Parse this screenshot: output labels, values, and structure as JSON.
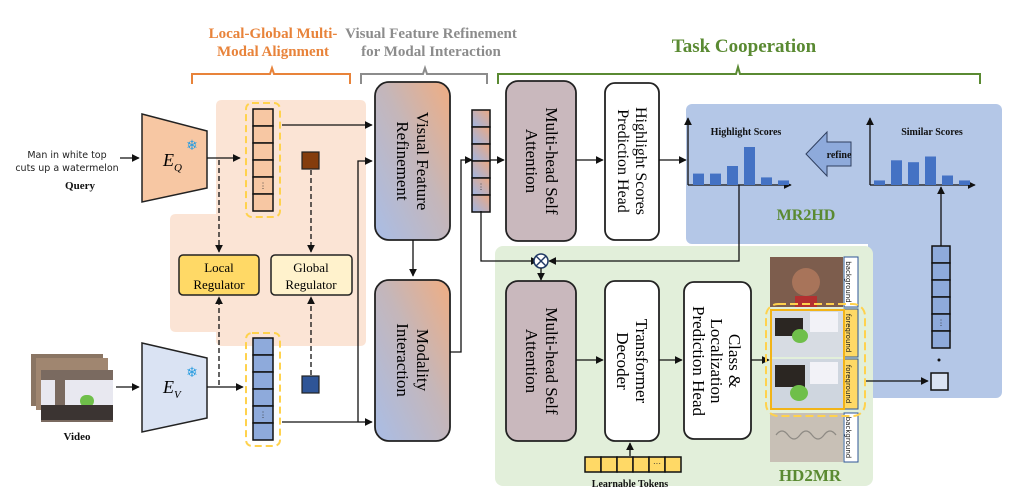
{
  "sections": {
    "alignment": {
      "line1": "Local-Global Multi-",
      "line2": "Modal Alignment",
      "color": "#e8833a"
    },
    "refinement": {
      "line1": "Visual Feature Refinement",
      "line2": "for Modal Interaction",
      "color": "#8c8c8c"
    },
    "cooperation": {
      "title": "Task Cooperation",
      "color": "#5a8a32"
    }
  },
  "inputs": {
    "query_text_line1": "Man in white top",
    "query_text_line2": "cuts up a watermelon",
    "query_label": "Query",
    "video_label": "Video"
  },
  "encoders": {
    "query": {
      "symbol": "E",
      "subscript": "Q",
      "frozen_icon": "snowflake-icon"
    },
    "video": {
      "symbol": "E",
      "subscript": "V",
      "frozen_icon": "snowflake-icon"
    }
  },
  "regulators": {
    "local": {
      "line1": "Local",
      "line2": "Regulator"
    },
    "global": {
      "line1": "Global",
      "line2": "Regulator"
    }
  },
  "modules": {
    "vfr": {
      "line1": "Visual Feature",
      "line2": "Refinement"
    },
    "mi": {
      "line1": "Modality",
      "line2": "Interaction"
    },
    "mhsa_top": {
      "line1": "Multi-head Self",
      "line2": "Attention"
    },
    "hs_head": {
      "line1": "Highlight Scores",
      "line2": "Prediction Head"
    },
    "mhsa_bottom": {
      "line1": "Multi-head Self",
      "line2": "Attention"
    },
    "decoder": {
      "line1": "Transformer",
      "line2": "Decoder"
    },
    "cls_head": {
      "line1": "Class &",
      "line2": "Localization",
      "line3": "Prediction Head"
    }
  },
  "mr2hd": {
    "label": "MR2HD",
    "highlight_title": "Highlight Scores",
    "similar_title": "Similar Scores",
    "refine_label": "refine",
    "highlight_values": [
      0.3,
      0.3,
      0.5,
      1.0,
      0.2,
      0.12
    ],
    "similar_values": [
      0.12,
      0.65,
      0.6,
      0.75,
      0.25,
      0.12
    ]
  },
  "hd2mr": {
    "label": "HD2MR",
    "learnable_tokens_label": "Learnable Tokens",
    "frame_tags": [
      "background",
      "foreground",
      "foreground",
      "background"
    ]
  },
  "colors": {
    "orange_panel": "#fbe4d5",
    "blue_panel": "#b4c7e7",
    "green_panel": "#e2efda",
    "local_reg": "#ffd966",
    "global_reg": "#fff2cc",
    "mhsa_fill": "#c9b8bd",
    "bar": "#4472c4",
    "green_text": "#5a8a32"
  }
}
